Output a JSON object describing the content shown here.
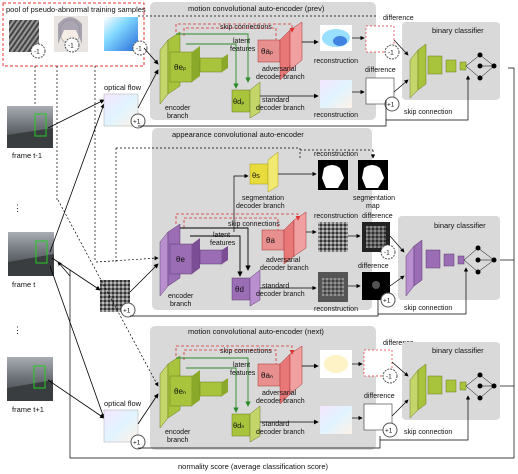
{
  "pool": {
    "title": "pool of pseudo-abnormal training samples",
    "sign_minus": "-1"
  },
  "frames": {
    "prev": "frame t-1",
    "cur": "frame t",
    "next": "frame t+1",
    "dots": "⋮"
  },
  "optical_flow": "optical flow",
  "labels": {
    "skip_connections": "skip connections",
    "latent": "latent",
    "features": "features",
    "encoder": "encoder",
    "branch": "branch",
    "adversarial": "adversarial",
    "decoder_branch": "decoder branch",
    "standard": "standard",
    "segmentation": "segmentation",
    "reconstruction": "reconstruction",
    "difference": "difference",
    "binary_classifier": "binary classifier",
    "skip_connection": "skip connection",
    "map": "map",
    "plus1": "+1",
    "minus1": "-1"
  },
  "modules": {
    "prev_title": "motion convolutional auto-encoder (prev)",
    "app_title": "appearance convolutional auto-encoder",
    "next_title": "motion convolutional auto-encoder (next)"
  },
  "symbols": {
    "enc_prev": "θeₚ",
    "adv_prev": "θaₚ",
    "dec_prev": "θdₚ",
    "enc_app": "θe",
    "adv_app": "θa",
    "dec_app": "θd",
    "seg_app": "θs",
    "enc_next": "θeₙ",
    "adv_next": "θaₙ",
    "dec_next": "θdₙ"
  },
  "footer": "normality score (average classification score)",
  "colors": {
    "green": "#a8c43c",
    "purple": "#9b6db5",
    "red": "#e87878",
    "yellow": "#e8dc3c",
    "gray": "#d9d9d9"
  }
}
